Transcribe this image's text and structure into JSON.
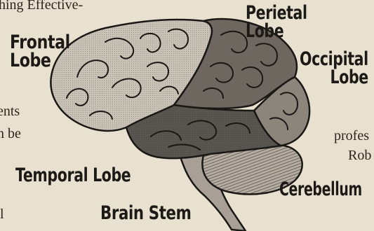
{
  "background_text": {
    "top_left": "hing Effective-",
    "mid_left_1": "ents",
    "mid_left_2": "n be",
    "bottom_left": "l",
    "right_1": "profes",
    "right_2": "Rob"
  },
  "labels": {
    "frontal_line1": "Frontal",
    "frontal_line2": "Lobe",
    "parietal": "Perietal Lobe",
    "occipital_line1": "Occipital",
    "occipital_line2": "Lobe",
    "temporal": "Temporal Lobe",
    "cerebellum": "Cerebellum",
    "brain_stem": "Brain Stem"
  },
  "colors": {
    "frontal_fill": "#c9c2b6",
    "parietal_fill": "#6e6760",
    "occipital_fill": "#8c857c",
    "temporal_fill": "#595550",
    "cerebellum_fill": "#b5ada2",
    "stem_fill": "#a8a096",
    "outline": "#1a1815",
    "label_color": "#1c1a17"
  }
}
